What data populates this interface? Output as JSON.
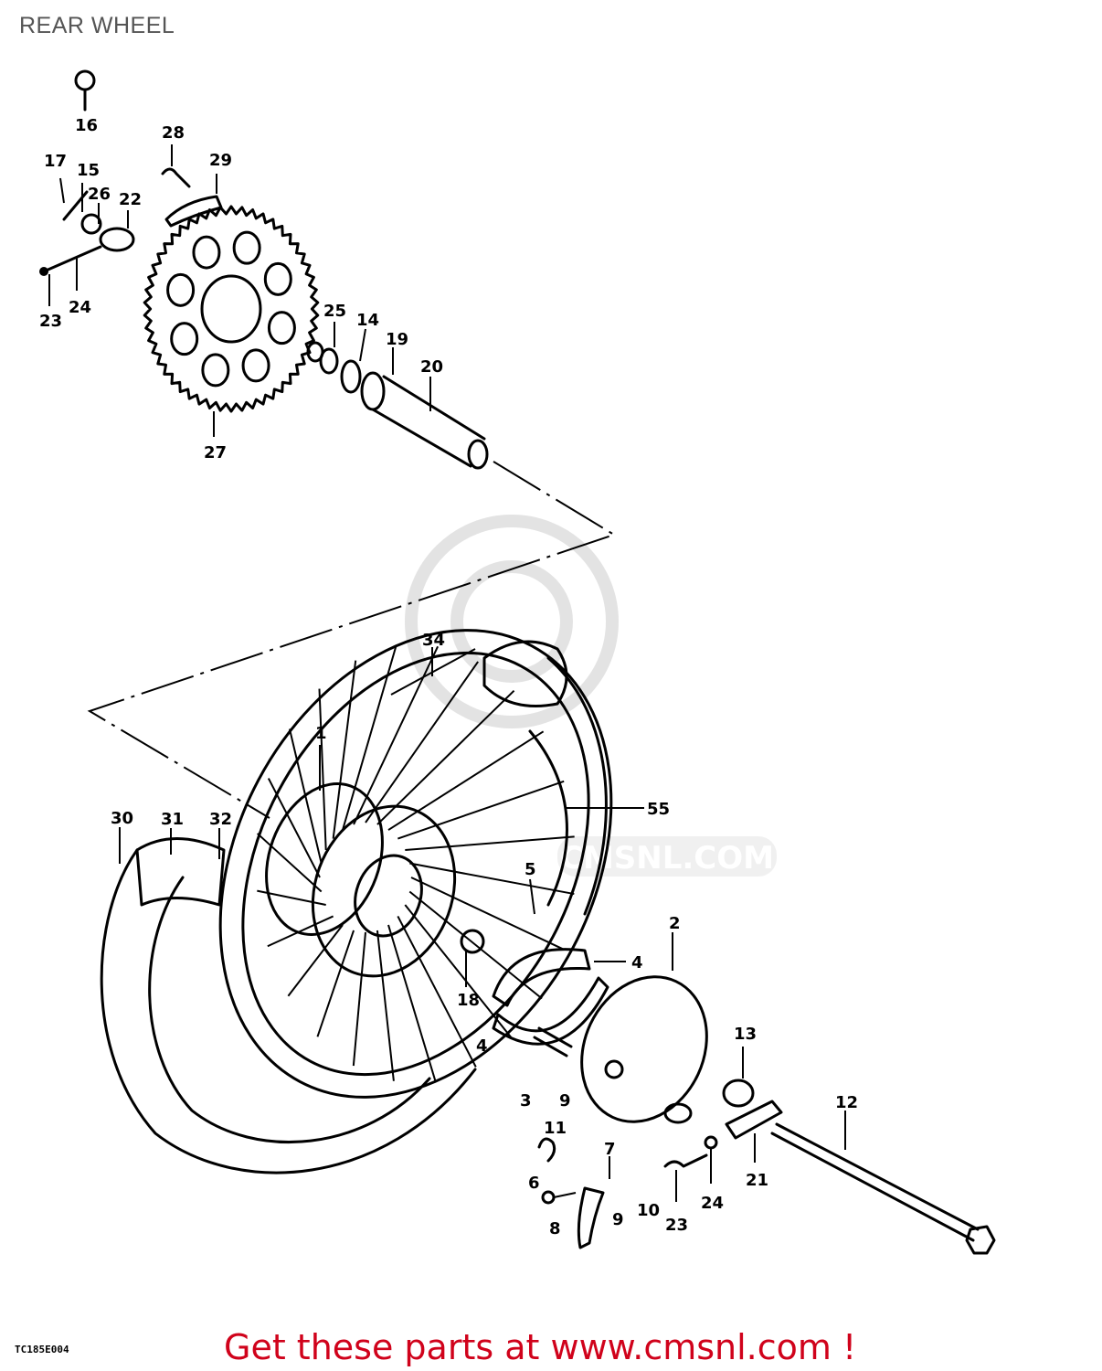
{
  "title": "REAR WHEEL",
  "footer": "Get these parts at www.cmsnl.com !",
  "diagram_code": "TC185E004",
  "watermark": "CMSNL.COM",
  "colors": {
    "footer": "#d0021b",
    "title": "#555555",
    "line": "#000000"
  },
  "labels": [
    "16",
    "28",
    "29",
    "17",
    "15",
    "26",
    "22",
    "23",
    "24",
    "25",
    "14",
    "19",
    "20",
    "27",
    "34",
    "1",
    "55",
    "30",
    "31",
    "32",
    "5",
    "2",
    "4",
    "18",
    "4",
    "13",
    "3",
    "9",
    "12",
    "11",
    "7",
    "6",
    "21",
    "9",
    "10",
    "23",
    "24",
    "8"
  ]
}
